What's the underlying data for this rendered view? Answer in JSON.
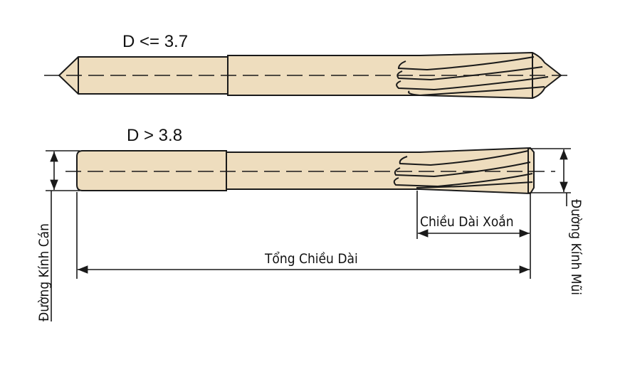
{
  "labels": {
    "small_tool": "D <= 3.7",
    "large_tool": "D > 3.8",
    "shank_diameter": "Đường Kính Cán",
    "flute_length": "Chiều Dài Xoắn",
    "overall_length": "Tổng Chiều Dài",
    "tip_diameter": "Đường Kính Mũi"
  },
  "colors": {
    "body": "#EEDDBE",
    "outline": "#1A1A1A"
  }
}
